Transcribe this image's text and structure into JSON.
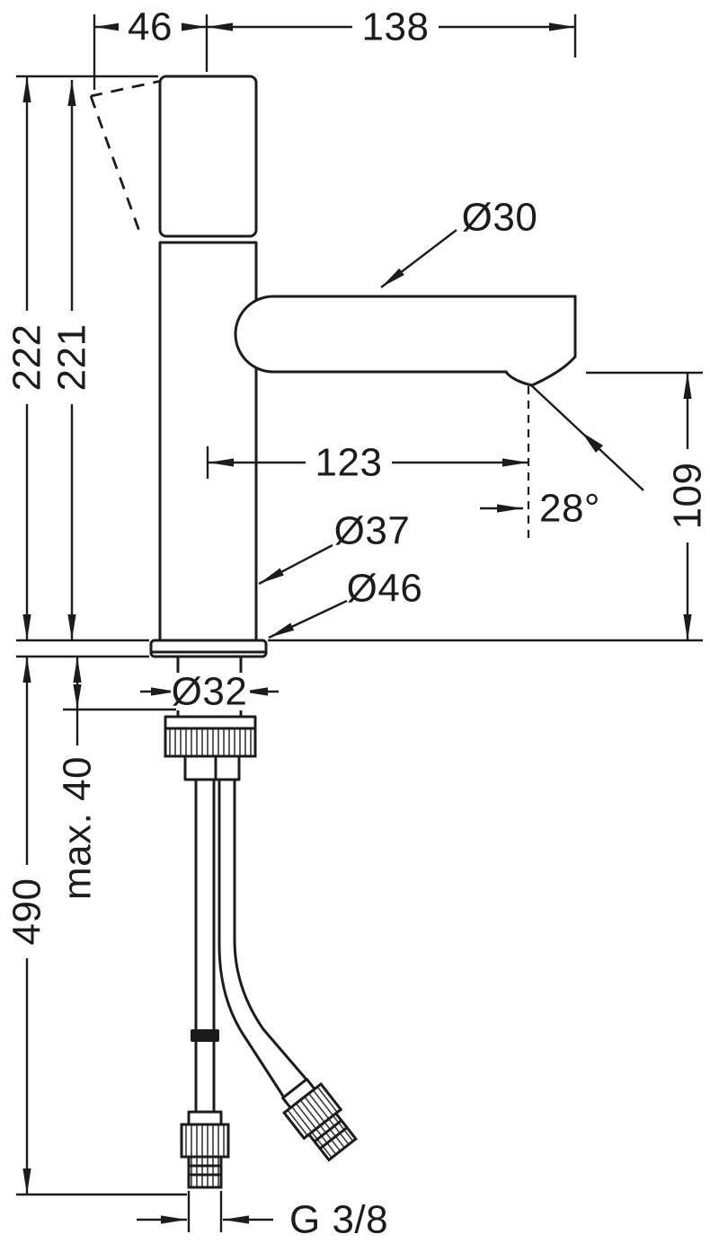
{
  "page": {
    "background": "#ffffff",
    "line_color": "#1c1c1c",
    "description": "Technical dimension drawing of a single-lever basin mixer faucet with flexible supply hoses"
  },
  "drawing": {
    "dimensions": {
      "handle_projection": "46",
      "spout_overall_reach": "138",
      "spout_tube_diameter": "Ø30",
      "total_height": "222",
      "height_to_handle": "221",
      "spout_reach_to_outlet": "123",
      "spray_angle": "28°",
      "outlet_height": "109",
      "body_diameter": "Ø37",
      "base_diameter": "Ø46",
      "shank_diameter": "Ø32",
      "max_counter_thickness": "max. 40",
      "hose_length": "490",
      "supply_connection": "G 3/8"
    }
  }
}
